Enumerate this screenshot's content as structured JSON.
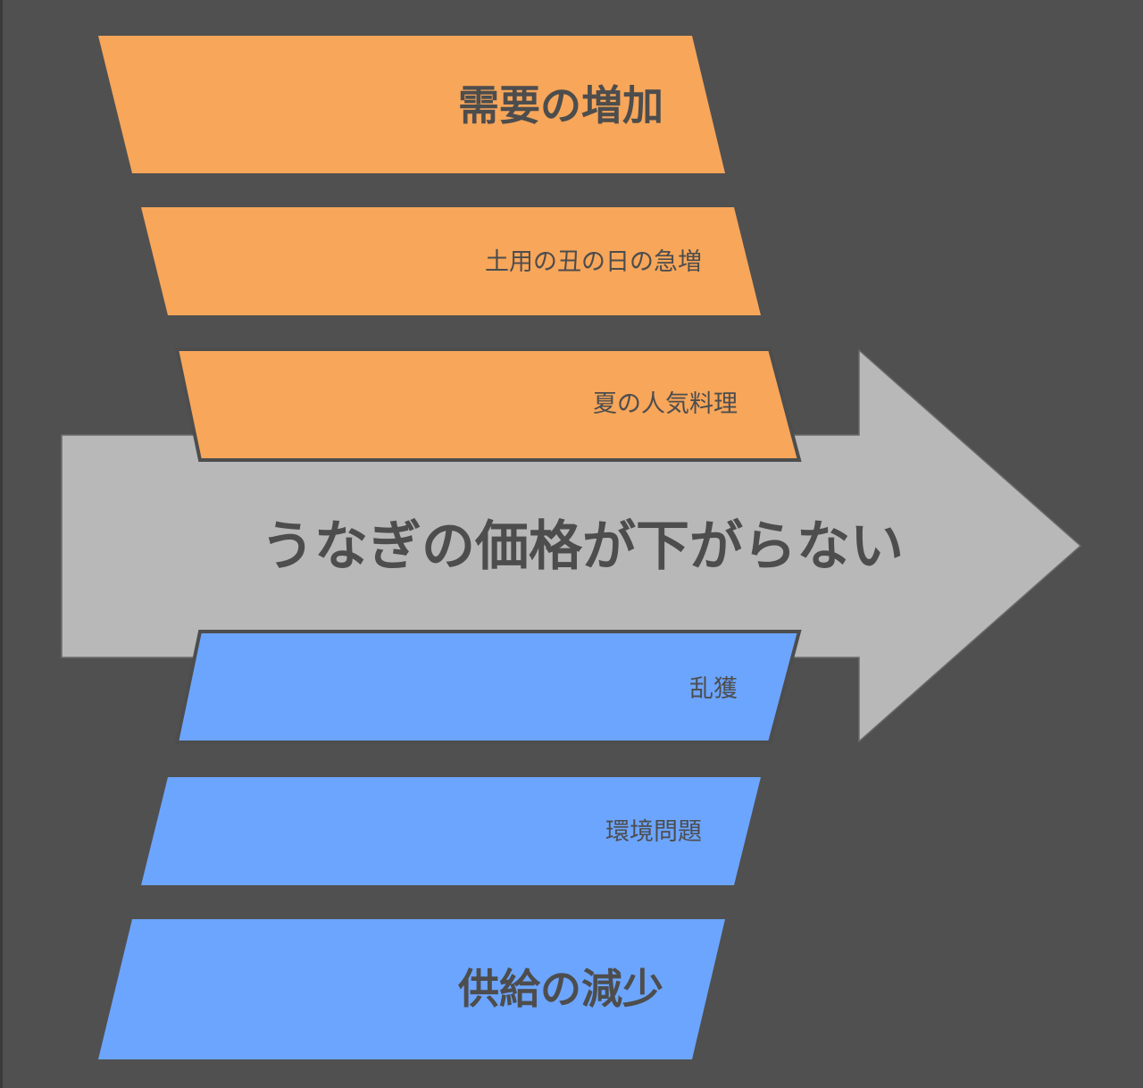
{
  "colors": {
    "background": "#505050",
    "arrow": "#b8b8b8",
    "demand": "#f7a65a",
    "supply": "#6ca5fe",
    "text": "#4d4d4d"
  },
  "demand": {
    "heading": "需要の増加",
    "items": [
      "土用の丑の日の急増",
      "夏の人気料理"
    ]
  },
  "main_arrow": {
    "label": "うなぎの価格が下がらない"
  },
  "supply": {
    "items": [
      "乱獲",
      "環境問題"
    ],
    "heading": "供給の減少"
  }
}
